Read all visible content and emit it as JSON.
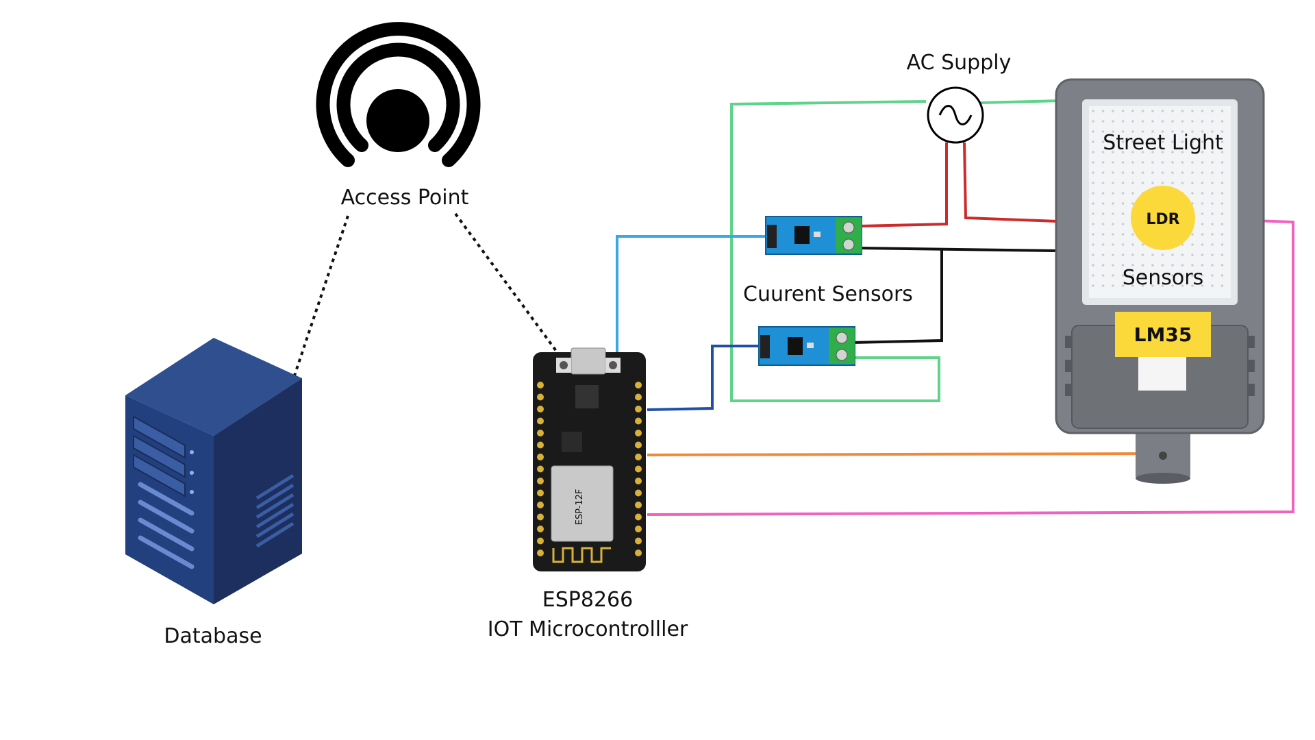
{
  "labels": {
    "access_point": "Access Point",
    "database": "Database",
    "esp_line1": "ESP8266",
    "esp_line2": "IOT Microcontrolller",
    "current_sensors": "Cuurent Sensors",
    "ac_supply": "AC Supply",
    "street_light": "Street Light",
    "sensors": "Sensors",
    "ldr": "LDR",
    "lm35": "LM35"
  },
  "chip_text": "ESP-12F",
  "icons": {
    "access_point": "wifi-broadcast-icon",
    "database": "server-rack-icon",
    "ac_supply": "ac-source-symbol-icon"
  },
  "colors": {
    "ac_loop_wire": "#5fd38a",
    "phase_wire": "#cc2b2b",
    "neutral_wire": "#111111",
    "signal_wire_1": "#3aa7e6",
    "signal_wire_2": "#1f4fa8",
    "lm35_wire": "#f08a3a",
    "ldr_wire": "#f062c0",
    "ldr_badge": "#fcd93b",
    "lm35_badge": "#fcd93b",
    "server_dark": "#1c2f5e",
    "server_mid": "#22407e",
    "sensor_board": "#1f8fd6",
    "terminal": "#2fae4a"
  }
}
